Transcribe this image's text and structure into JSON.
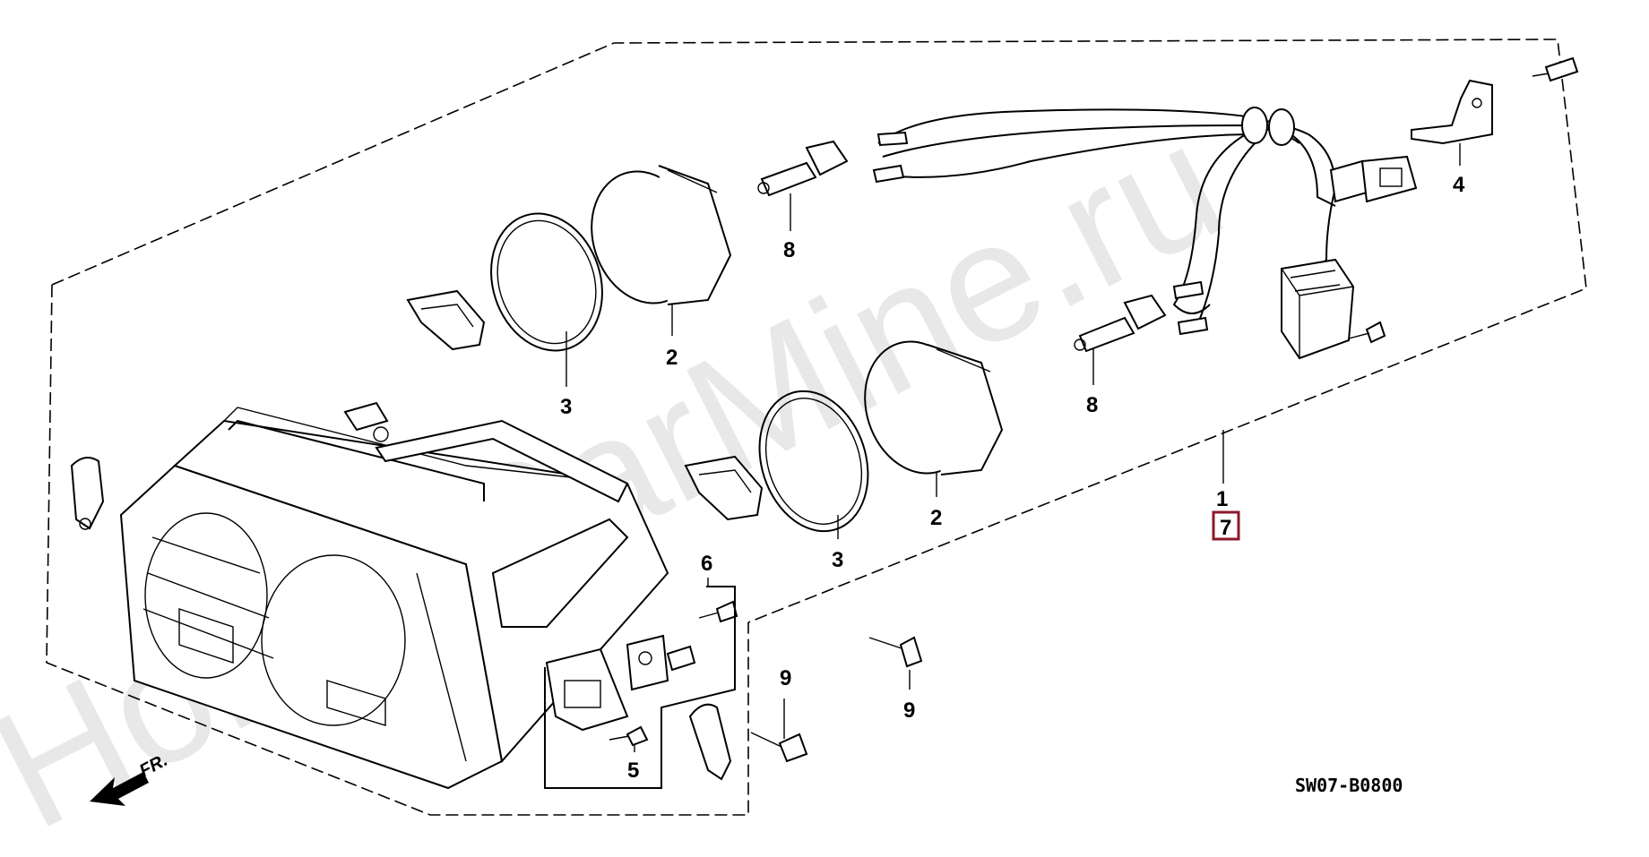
{
  "watermark": {
    "text": "HondaCarMine.ru",
    "color": "#e6e6e6"
  },
  "callouts": {
    "p1": "1",
    "p2a": "2",
    "p2b": "2",
    "p3a": "3",
    "p3b": "3",
    "p4": "4",
    "p5": "5",
    "p6": "6",
    "p7": "7",
    "p8a": "8",
    "p8b": "8",
    "p9a": "9",
    "p9b": "9"
  },
  "highlight_color": "#8b1a2b",
  "diagram_code": "SW07-B0800",
  "direction": {
    "label": "FR.",
    "icon": "front-arrow-icon"
  }
}
